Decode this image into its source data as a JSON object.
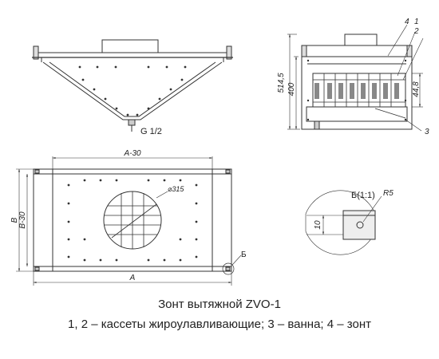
{
  "drawing": {
    "front_view": {
      "thread_label": "G 1/2"
    },
    "side_view": {
      "callouts": [
        "4",
        "1",
        "2",
        "3"
      ],
      "dims": {
        "overall_height": "514,5",
        "body_height": "400",
        "cassette_height": "44,8"
      }
    },
    "top_view": {
      "width_label": "A-30",
      "width_total_label": "A",
      "depth_label": "B",
      "depth_inner_label": "B-30",
      "diameter_label": "⌀315",
      "detail_ref": "Б"
    },
    "detail": {
      "title": "Б(1:1)",
      "radius_label": "R5",
      "dim_label": "10"
    }
  },
  "caption": {
    "title": "Зонт вытяжной ZVO-1",
    "legend": "1, 2 – кассеты жироулавливающие; 3 – ванна; 4 – зонт"
  }
}
